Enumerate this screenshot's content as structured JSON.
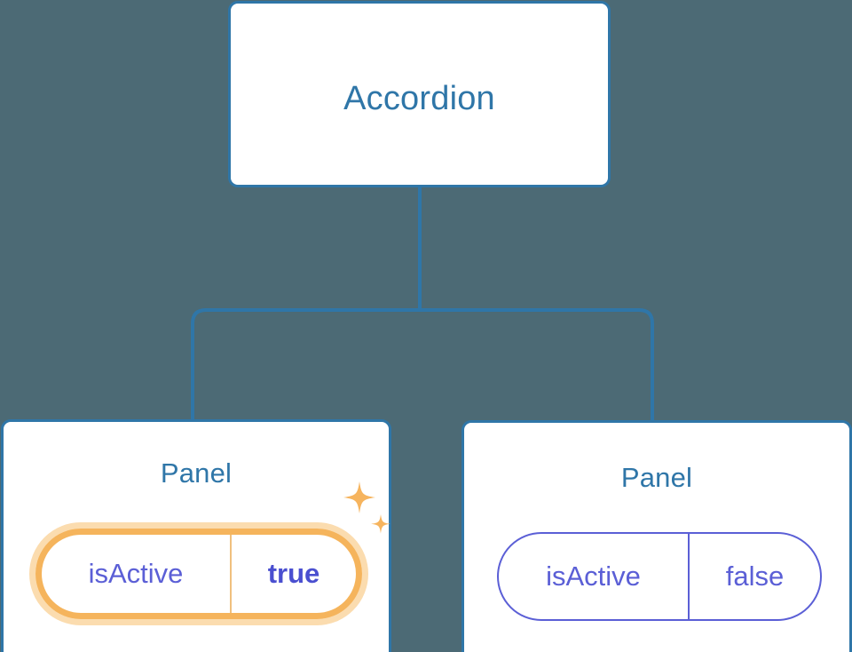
{
  "background_color": "#4c6a75",
  "theme": {
    "node_border": "#2f76a8",
    "node_fill": "#ffffff",
    "node_text": "#2f76a8",
    "connector": "#2f76a8",
    "prop_accent": "#5b5fd6",
    "highlight_ring": "#f5b45c",
    "highlight_glow": "#fbdcaf",
    "sparkle": "#f6b45e"
  },
  "tree": {
    "root": {
      "title": "Accordion"
    },
    "children": [
      {
        "title": "Panel",
        "highlighted": true,
        "prop": {
          "key": "isActive",
          "value": "true"
        },
        "sparkle_icon": "sparkles-icon"
      },
      {
        "title": "Panel",
        "highlighted": false,
        "prop": {
          "key": "isActive",
          "value": "false"
        }
      }
    ]
  }
}
